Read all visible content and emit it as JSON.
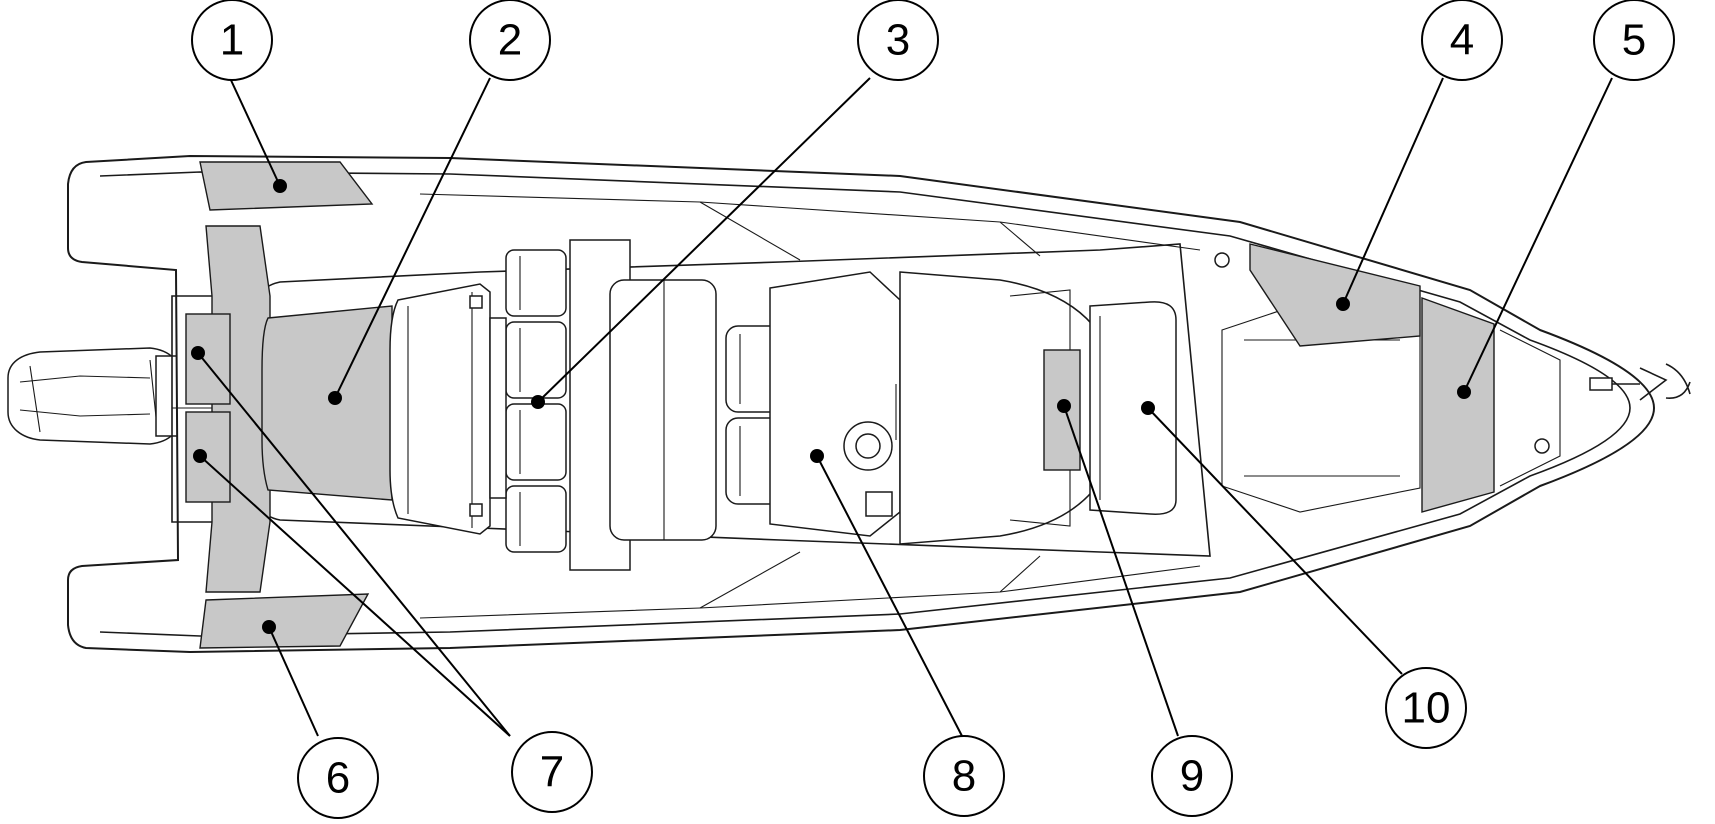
{
  "colors": {
    "zone_fill": "#c8c8c8",
    "outline": "#1a1a1a",
    "background": "#ffffff"
  },
  "callouts": [
    {
      "id": "1",
      "label": "1"
    },
    {
      "id": "2",
      "label": "2"
    },
    {
      "id": "3",
      "label": "3"
    },
    {
      "id": "4",
      "label": "4"
    },
    {
      "id": "5",
      "label": "5"
    },
    {
      "id": "6",
      "label": "6"
    },
    {
      "id": "7",
      "label": "7"
    },
    {
      "id": "8",
      "label": "8"
    },
    {
      "id": "9",
      "label": "9"
    },
    {
      "id": "10",
      "label": "10"
    }
  ]
}
